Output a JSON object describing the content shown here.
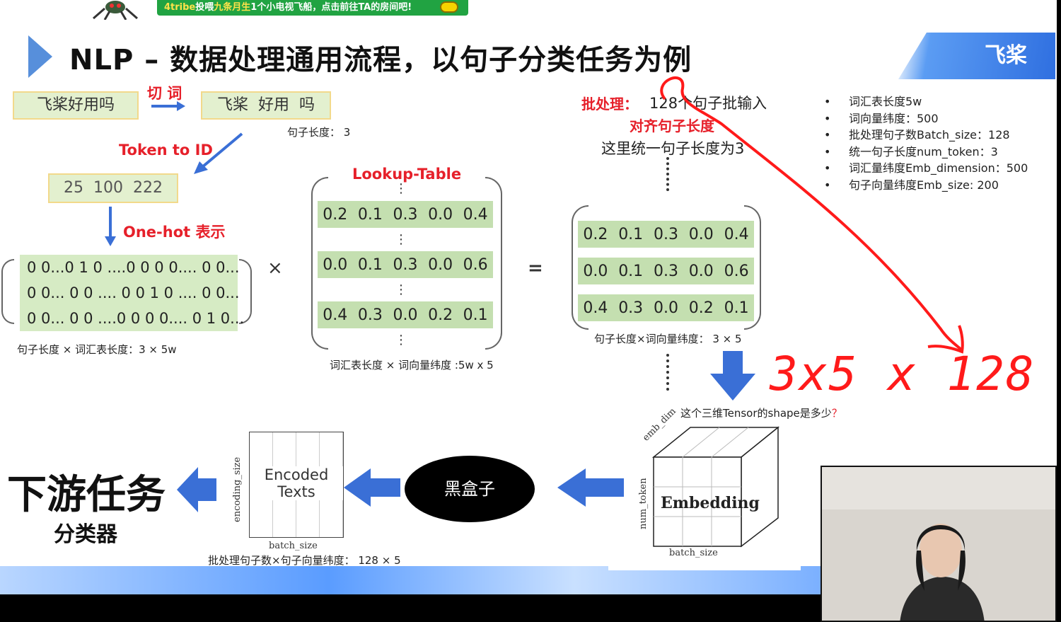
{
  "banner": {
    "prefix": "4tribe",
    "text1": "投喂",
    "hl": "九条月生",
    "text2": "1个小电视飞船，点击前往TA的房间吧!"
  },
  "title": "NLP – 数据处理通用流程，以句子分类任务为例",
  "brand": "飞桨",
  "step1": {
    "input": "飞桨好用吗",
    "cut_label": "切 词",
    "tokens": "飞桨  好用  吗",
    "sentence_len": "句子长度： 3"
  },
  "token_to_id": {
    "label": "Token to ID",
    "ids": "25  100  222"
  },
  "onehot": {
    "label": "One-hot 表示",
    "rows": [
      "0  0...0 1 0 ....0 0 0 0.... 0  0...",
      "0  0... 0 0 .... 0 0 1 0 .... 0  0...",
      "0  0... 0 0 ....0 0 0 0.... 0 1 0..."
    ],
    "shape": "句子长度 × 词汇表长度：3 × 5w",
    "times": "×"
  },
  "lookup": {
    "label": "Lookup-Table",
    "rows": [
      [
        "0.2",
        "0.1",
        "0.3",
        "0.0",
        "0.4"
      ],
      [
        "0.0",
        "0.1",
        "0.3",
        "0.0",
        "0.6"
      ],
      [
        "0.4",
        "0.3",
        "0.0",
        "0.2",
        "0.1"
      ]
    ],
    "shape": "词汇表长度 × 词向量纬度 :5w x 5",
    "equals": "="
  },
  "batch": {
    "label": "批处理：",
    "text": "128个句子批输入",
    "align_label": "对齐句子长度",
    "align_text": "这里统一句子长度为3"
  },
  "result": {
    "rows": [
      [
        "0.2",
        "0.1",
        "0.3",
        "0.0",
        "0.4"
      ],
      [
        "0.0",
        "0.1",
        "0.3",
        "0.0",
        "0.6"
      ],
      [
        "0.4",
        "0.3",
        "0.0",
        "0.2",
        "0.1"
      ]
    ],
    "shape": "句子长度×词向量纬度： 3 × 5"
  },
  "bullets": [
    "词汇表长度5w",
    "词向量纬度：500",
    "批处理句子数Batch_size：128",
    "统一句子长度num_token：3",
    "词汇量纬度Emb_dimension：500",
    "句子向量纬度Emb_size: 200"
  ],
  "handwritten": "3x5 x 128",
  "tensor_question": {
    "text": "这个三维Tensor的shape是多少",
    "q": "？"
  },
  "cube": {
    "label": "Embedding",
    "top": "emb_dim",
    "side": "num_token",
    "bottom": "batch_size"
  },
  "blackbox": "黑盒子",
  "encoded": {
    "line1": "Encoded",
    "line2": "Texts",
    "side": "encoding_size",
    "bottom": "batch_size",
    "shape": "批处理句子数×句子向量纬度： 128 × 5"
  },
  "downstream": {
    "title": "下游任务",
    "sub": "分类器"
  }
}
